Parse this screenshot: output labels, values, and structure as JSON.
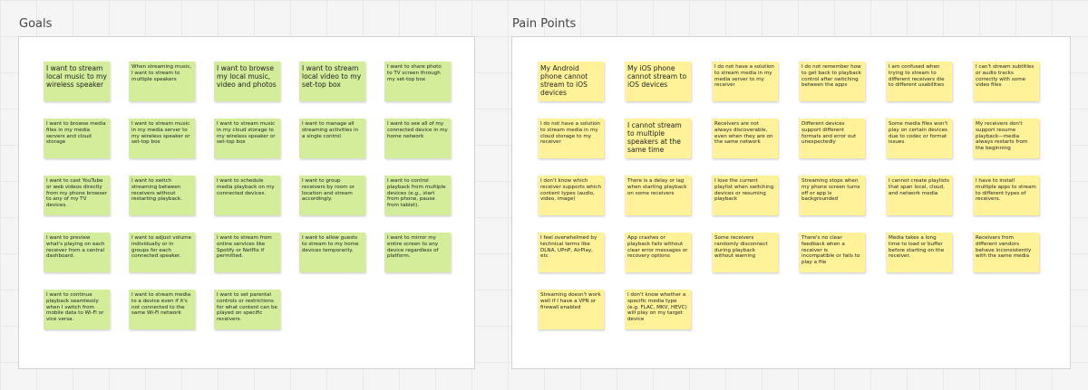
{
  "colors": {
    "goal_note": "#d3ed9b",
    "pain_note": "#fff299",
    "frame": "#ffffff",
    "canvas": "#f5f5f5"
  },
  "goals": {
    "title": "Goals",
    "notes": [
      {
        "text": "I want to stream local music to my wireless speaker",
        "big": true
      },
      {
        "text": "When streaming music, I want to stream to multiple speakers",
        "big": false
      },
      {
        "text": "I want to browse my local music, video and photos",
        "big": true
      },
      {
        "text": "I want to stream local video to my set-top box",
        "big": true
      },
      {
        "text": "I want to share photo to TV screen through my set-top box",
        "big": false
      },
      {
        "text": "I want to browse media files in my media servers and cloud storage",
        "big": false
      },
      {
        "text": "I want to stream music in my media server to my wireless speaker or set-top box",
        "big": false
      },
      {
        "text": "I want to stream music in my cloud storage to my wireless speaker or set-top box",
        "big": false
      },
      {
        "text": "I want to manage all streaming activities in a single control",
        "big": false
      },
      {
        "text": "I want to see all of my connected device in my home network",
        "big": false
      },
      {
        "text": "I want to cast YouTube or web videos directly from my phone browser to any of my TV devices.",
        "big": false
      },
      {
        "text": "I want to switch streaming between receivers without restarting playback.",
        "big": false
      },
      {
        "text": "I want to schedule media playback on my connected devices.",
        "big": false
      },
      {
        "text": "I want to group receivers by room or location and stream accordingly.",
        "big": false
      },
      {
        "text": "I want to control playback from multiple devices (e.g., start from phone, pause from tablet).",
        "big": false
      },
      {
        "text": "I want to preview what's playing on each receiver from a central dashboard.",
        "big": false
      },
      {
        "text": "I want to adjust volume individually or in groups for each connected speaker.",
        "big": false
      },
      {
        "text": "I want to stream from online services like Spotify or Netflix if permitted.",
        "big": false
      },
      {
        "text": "I want to allow guests to stream to my home devices temporarily.",
        "big": false
      },
      {
        "text": "I want to mirror my entire screen to any device regardless of platform.",
        "big": false
      },
      {
        "text": "I want to continue playback seamlessly when I switch from mobile data to Wi-Fi or vice versa.",
        "big": false
      },
      {
        "text": "I want to stream media to a device even if it's not connected to the same Wi-Fi network",
        "big": false
      },
      {
        "text": "I want to set parental controls or restrictions for what content can be played on specific receivers.",
        "big": false
      }
    ]
  },
  "pain": {
    "title": "Pain Points",
    "notes": [
      {
        "text": "My Android phone cannot stream to iOS devices",
        "big": true
      },
      {
        "text": "My iOS phone cannot stream to iOS devices",
        "big": true
      },
      {
        "text": "I do not have a solution to stream media in my media server to my receiver",
        "big": false
      },
      {
        "text": "I do not remember how to get back to playback control after switching between the apps",
        "big": false
      },
      {
        "text": "I am confused when trying to stream to different receivers die to different usabilities",
        "big": false
      },
      {
        "text": "I can't stream subtitles or audio tracks correctly with some video files",
        "big": false
      },
      {
        "text": "I do not have a solution to stream media in my cloud storage to my receiver",
        "big": false
      },
      {
        "text": "I cannot stream to multiple speakers at the same time",
        "big": true
      },
      {
        "text": "Receivers are not always discoverable, even when they are on the same network",
        "big": false
      },
      {
        "text": "Different devices support different formats and error out unexpectedly",
        "big": false
      },
      {
        "text": "Some media files won't play on certain devices due to codec or format issues",
        "big": false
      },
      {
        "text": "My receivers don't support resume playback—media always restarts from the beginning",
        "big": false
      },
      {
        "text": "I don't know which receiver supports which content types (audio, video, image)",
        "big": false
      },
      {
        "text": "There is a delay or lag when starting playback on some receivers",
        "big": false
      },
      {
        "text": "I lose the current playlist when switching devices or resuming playback",
        "big": false
      },
      {
        "text": "Streaming stops when my phone screen turns off or app is backgrounded",
        "big": false
      },
      {
        "text": "I cannot create playlists that span local, cloud, and network media",
        "big": false
      },
      {
        "text": "I have to install multiple apps to stream to different types of receivers.",
        "big": false
      },
      {
        "text": "I feel overwhelmed by technical terms like DLNA, UPnP, AirPlay, etc",
        "big": false
      },
      {
        "text": "App crashes or playback fails without clear error messages or recovery options",
        "big": false
      },
      {
        "text": "Some receivers randomly disconnect during playback without warning",
        "big": false
      },
      {
        "text": "There's no clear feedback when a receiver is incompatible or fails to play a file",
        "big": false
      },
      {
        "text": "Media takes a long time to load or buffer before starting on the receiver.",
        "big": false
      },
      {
        "text": "Receivers from different vendors behave inconsistently with the same media",
        "big": false
      },
      {
        "text": "Streaming doesn't work well if I have a VPN or firewall enabled",
        "big": false
      },
      {
        "text": "I don't know whether a specific media type (e.g. FLAC, MKV, HEVC) will play on my target device",
        "big": false
      }
    ]
  }
}
